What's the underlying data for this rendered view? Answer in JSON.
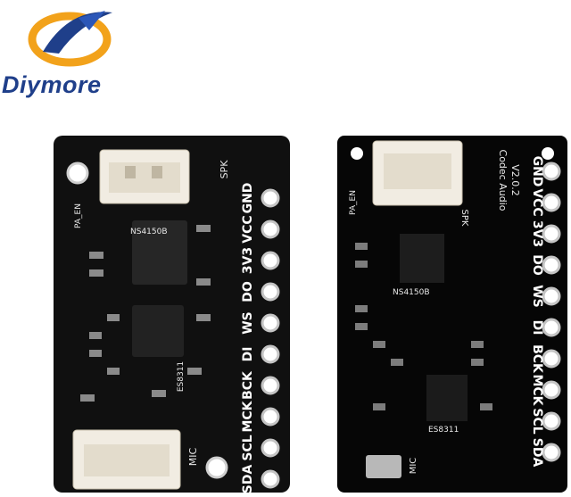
{
  "brand": {
    "name": "Diymore",
    "colors": {
      "blue": "#1f3f8a",
      "orange": "#f2a21b"
    }
  },
  "left_board": {
    "connector_label_top": "SPK",
    "connector_label_bottom": "MIC",
    "chip_label": "ES8311",
    "amp_label": "NS4150B",
    "pa_en": "PA_EN",
    "pins": [
      "GND",
      "VCC",
      "3V3",
      "DO",
      "WS",
      "DI",
      "BCK",
      "MCK",
      "SCL",
      "SDA"
    ]
  },
  "right_board": {
    "title": "Codec Audio",
    "version": "V2.0.2",
    "connector_label": "SPK",
    "mic_label": "MIC",
    "chip_label": "ES8311",
    "amp_label": "NS4150B",
    "pa_en": "PA_EN",
    "pins": [
      "GND",
      "VCC",
      "3V3",
      "DO",
      "WS",
      "DI",
      "BCK",
      "MCK",
      "SCL",
      "SDA"
    ]
  }
}
